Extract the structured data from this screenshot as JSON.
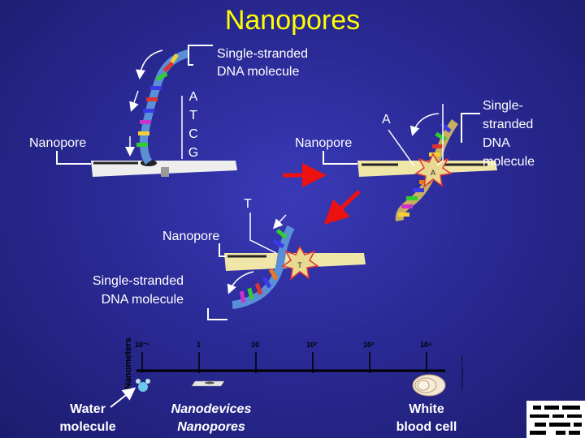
{
  "title": "Nanopores",
  "labels": {
    "ssdna_top": "Single-stranded\nDNA molecule",
    "bases": [
      "A",
      "T",
      "C",
      "G"
    ],
    "nanopore_left": "Nanopore",
    "nanopore_mid": "Nanopore",
    "a_label": "A",
    "ssdna_right": "Single-\nstranded\nDNA\nmolecule",
    "t_label": "T",
    "nanopore_center": "Nanopore",
    "ssdna_lower": "Single-stranded\nDNA molecule",
    "pore_base_right": "A",
    "pore_base_center": "T"
  },
  "scale": {
    "axis_label": "Nanometers",
    "ticks": [
      "10⁻¹",
      "1",
      "10",
      "10²",
      "10³",
      "10⁴"
    ],
    "items": [
      {
        "label": "Water\nmolecule",
        "style": "bold"
      },
      {
        "label": "Nanodevices\nNanopores",
        "style": "bold-italic"
      },
      {
        "label": "White\nblood cell",
        "style": "bold"
      }
    ],
    "credit": "Jessica Hadley © 2000"
  },
  "colors": {
    "background": "#2a2a96",
    "title": "#ffff00",
    "arrow": "#ee1111",
    "membrane": "#f0e6a8"
  }
}
